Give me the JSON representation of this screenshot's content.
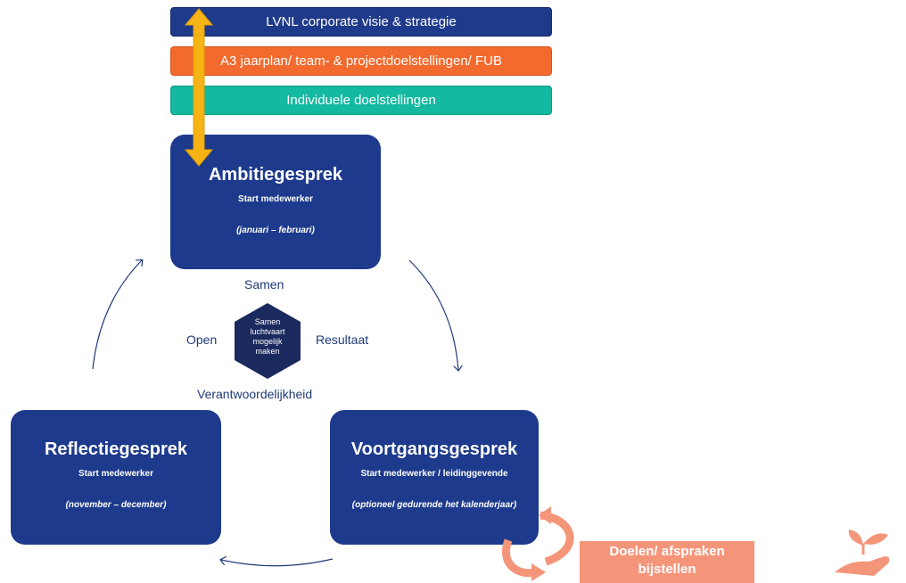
{
  "strategy_levels": [
    {
      "label": "LVNL corporate visie & strategie",
      "color": "#1f3a8a"
    },
    {
      "label": "A3 jaarplan/ team- & projectdoelstellingen/ FUB",
      "color": "#f26a2e"
    },
    {
      "label": "Individuele doelstellingen",
      "color": "#13b9a0"
    }
  ],
  "conversations": {
    "ambitie": {
      "title": "Ambitiegesprek",
      "starter": "Start medewerker",
      "period": "(januari – februari)"
    },
    "voortgang": {
      "title": "Voortgangsgesprek",
      "starter": "Start medewerker / leidinggevende",
      "period": "(optioneel gedurende het kalenderjaar)"
    },
    "reflectie": {
      "title": "Reflectiegesprek",
      "starter": "Start medewerker",
      "period": "(november – december)"
    }
  },
  "core_values": {
    "top": "Samen",
    "left": "Open",
    "right": "Resultaat",
    "bottom": "Verantwoordelijkheid"
  },
  "mission_lines": [
    "Samen",
    "luchtvaart",
    "mogelijk",
    "maken"
  ],
  "adjust_box": {
    "line1": "Doelen/ afspraken",
    "line2": "bijstellen"
  },
  "colors": {
    "navy": "#1d3a8c",
    "orange": "#f26a2e",
    "teal": "#13b9a0",
    "arrow_gold": "#f5b315",
    "salmon": "#f4957a",
    "hexagon": "#1b2a5e"
  },
  "icons": [
    "double-arrow-icon",
    "cycle-arrow-icon",
    "adjust-loop-icon",
    "plant-hand-icon",
    "hexagon-icon"
  ]
}
